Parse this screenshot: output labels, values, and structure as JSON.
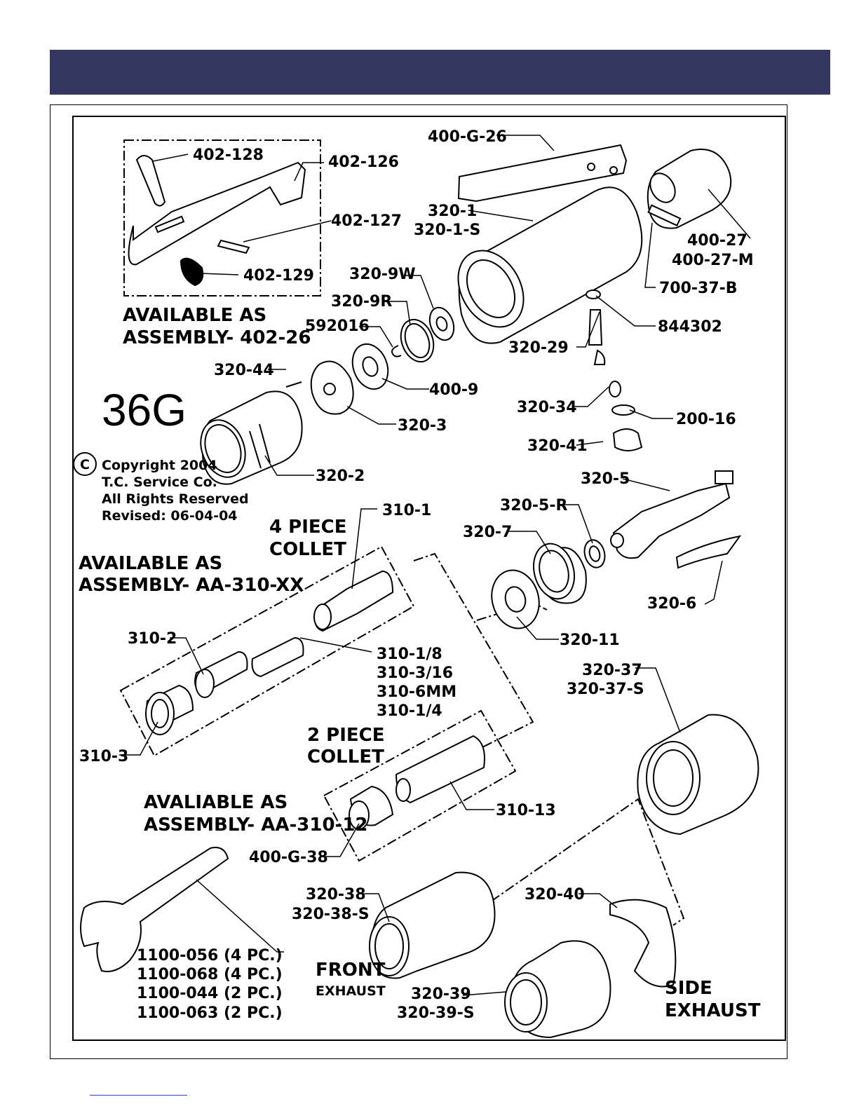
{
  "colors": {
    "header": "#343760",
    "ink": "#000000",
    "footer_line": "#3a44e0"
  },
  "model": "36G",
  "copyright": {
    "symbol": "C",
    "lines": [
      "Copyright  2004",
      "T.C.  Service  Co.",
      "All  Rights  Reserved",
      "Revised:  06-04-04"
    ]
  },
  "notes": {
    "trigger_assembly": [
      "AVAILABLE  AS",
      "ASSEMBLY-  402-26"
    ],
    "collet_4_title": [
      "4  PIECE",
      "COLLET"
    ],
    "collet_4_assembly": [
      "AVAILABLE  AS",
      "ASSEMBLY-  AA-310-XX"
    ],
    "collet_2_title": [
      "2  PIECE",
      "COLLET"
    ],
    "collet_2_assembly": [
      "AVALIABLE  AS",
      "ASSEMBLY-  AA-310-12"
    ],
    "front_exhaust": [
      "FRONT",
      "EXHAUST"
    ],
    "side_exhaust": [
      "SIDE",
      "EXHAUST"
    ]
  },
  "parts": {
    "p402_128": "402-128",
    "p402_126": "402-126",
    "p402_127": "402-127",
    "p402_129": "402-129",
    "p400_G_26": "400-G-26",
    "p320_1": "320-1",
    "p320_1_S": "320-1-S",
    "p400_27": "400-27",
    "p400_27_M": "400-27-M",
    "p700_37_B": "700-37-B",
    "p320_9W": "320-9W",
    "p320_9R": "320-9R",
    "p592016": "592016",
    "p844302": "844302",
    "p320_29": "320-29",
    "p320_44": "320-44",
    "p400_9": "400-9",
    "p320_3": "320-3",
    "p320_34": "320-34",
    "p200_16": "200-16",
    "p320_41": "320-41",
    "p320_2": "320-2",
    "p320_5": "320-5",
    "p320_5_R": "320-5-R",
    "p310_1": "310-1",
    "p320_7": "320-7",
    "p320_6": "320-6",
    "p320_11": "320-11",
    "p310_2": "310-2",
    "p310_1_8": "310-1/8",
    "p310_3_16": "310-3/16",
    "p310_6MM": "310-6MM",
    "p310_1_4": "310-1/4",
    "p320_37": "320-37",
    "p320_37_S": "320-37-S",
    "p310_3": "310-3",
    "p310_13": "310-13",
    "p400_G_38": "400-G-38",
    "p320_38": "320-38",
    "p320_38_S": "320-38-S",
    "p320_40": "320-40",
    "p320_39": "320-39",
    "p320_39_S": "320-39-S"
  },
  "wrenches": [
    "1100-056  (4  PC.)",
    "1100-068  (4  PC.)",
    "1100-044  (2  PC.)",
    "1100-063  (2  PC.)"
  ]
}
